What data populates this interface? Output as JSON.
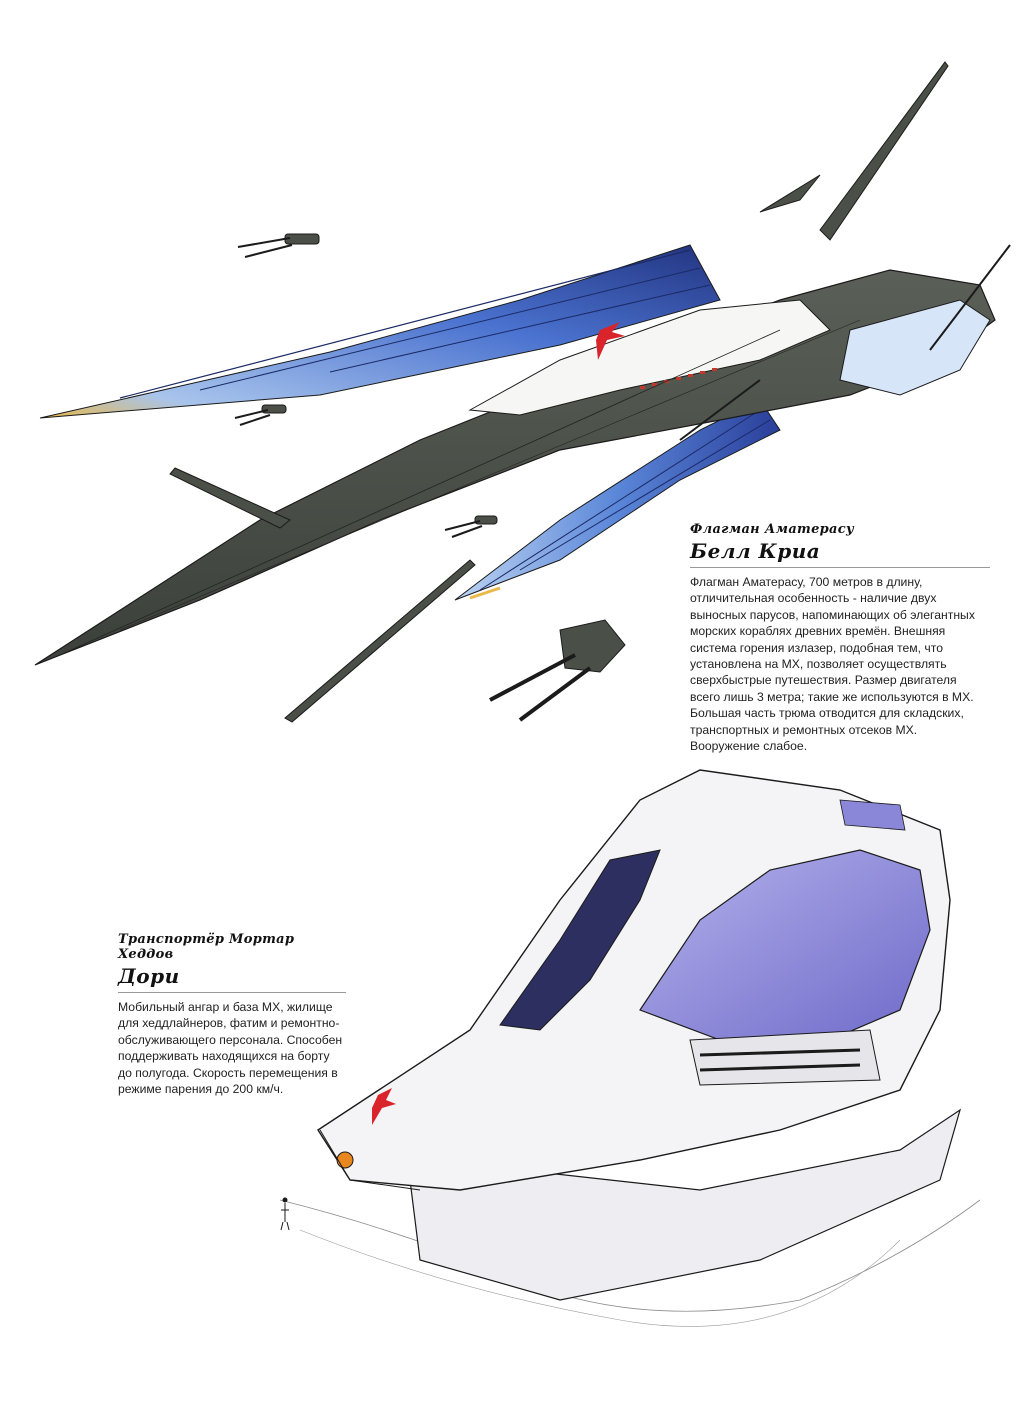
{
  "flagship": {
    "subtitle": "Флагман Аматерасу",
    "title": "Белл Криа",
    "description": "Флагман Аматерасу, 700 метров в длину, отличительная особенность - наличие двух выносных парусов, напоминающих об элегантных морских кораблях древних времён. Внешняя система горения излазер, подобная тем, что установлена на MX, позволяет осуществлять сверхбыстрые путешествия. Размер двигателя всего лишь 3 метра; такие же используются в MX. Большая часть трюма отводится для складских, транспортных и ремонтных отсеков MX. Вооружение слабое."
  },
  "transport": {
    "subtitle": "Транспортёр Мортар Хеддов",
    "title": "Дори",
    "description": "Мобильный ангар и база MX, жилище для хеддлайнеров, фатим и ремонтно-обслуживающего персонала. Способен поддерживать находящихся на борту до полугода. Скорость перемещения в режиме парения до 200 км/ч."
  },
  "colors": {
    "hull_dark": "#4a4f47",
    "sail_blue": "#3f63c9",
    "sail_light": "#a8c4ec",
    "accent_yellow": "#e8b84a",
    "emblem_red": "#d8242a",
    "transport_white": "#f4f4f6",
    "canopy_purple": "#8a86d8"
  }
}
